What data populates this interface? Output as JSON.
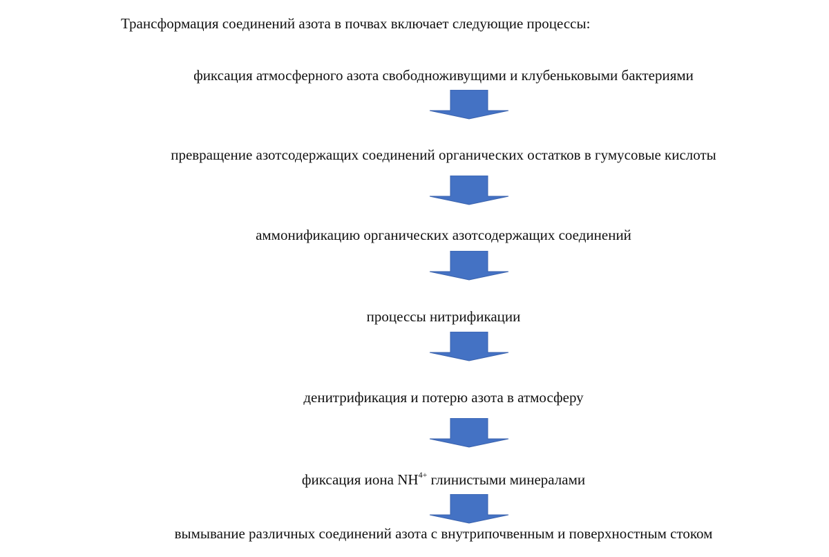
{
  "intro": "Трансформация соединений азота в почвах включает следующие процессы:",
  "steps": [
    {
      "text": "фиксация атмосферного азота свободноживущими и клубеньковыми бактериями"
    },
    {
      "text": "превращение азотсодержащих соединений органических остатков в гумусовые кислоты"
    },
    {
      "text": "аммонификацию органических азотсодержащих соединений"
    },
    {
      "text": "процессы нитрификации"
    },
    {
      "text": "денитрификация и потерю азота в атмосферу"
    },
    {
      "text_before": "фиксация иона ",
      "formula": "NH",
      "formula_sup": "4+",
      "text_after": " глинистыми минералами"
    },
    {
      "text": "вымывание различных соединений азота с внутрипочвенным и поверхностным стоком"
    }
  ],
  "colors": {
    "arrow_fill": "#4472c4",
    "arrow_stroke": "#3a62ad",
    "text": "#111111"
  },
  "icons": {
    "arrow": "down-arrow-icon"
  }
}
